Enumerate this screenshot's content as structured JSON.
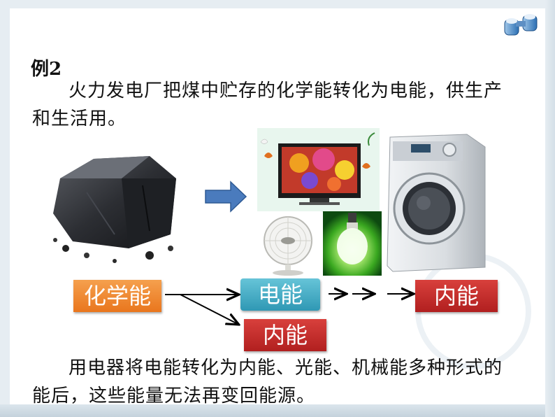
{
  "slide": {
    "heading": "例2",
    "paragraph1": "火力发电厂把煤中贮存的化学能转化为电能，供生产和生活用。",
    "paragraph2": "用电器将电能转化为内能、光能、机械能多种形式的能后，这些能量无法再变回能源。"
  },
  "flow": {
    "chemical_energy": "化学能",
    "electric_energy": "电能",
    "internal_energy_right": "内能",
    "internal_energy_below": "内能"
  },
  "icons": {
    "top_right": "binoculars-icon",
    "images": [
      "coal-image",
      "television-image",
      "electric-fan-image",
      "light-bulb-image",
      "washing-machine-image"
    ]
  },
  "colors": {
    "chemical_box": "#e9761d",
    "electric_box": "#2f98b4",
    "internal_box": "#b11f1f",
    "big_arrow": "#4a7bbd"
  }
}
